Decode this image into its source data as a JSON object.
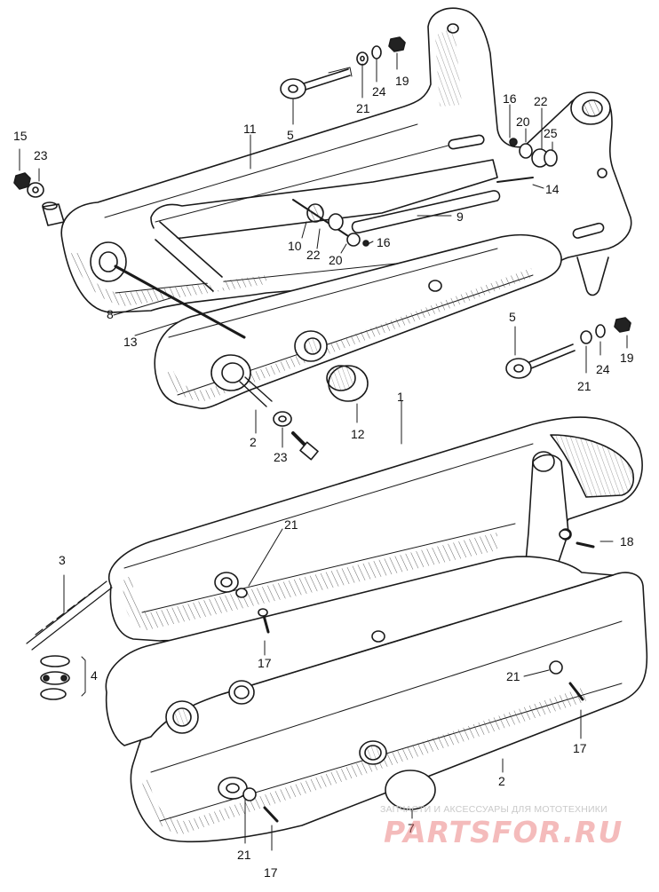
{
  "diagram": {
    "callouts": [
      {
        "id": "c19a",
        "label": "19"
      },
      {
        "id": "c24a",
        "label": "24"
      },
      {
        "id": "c21a",
        "label": "21"
      },
      {
        "id": "c5a",
        "label": "5"
      },
      {
        "id": "c11",
        "label": "11"
      },
      {
        "id": "c15",
        "label": "15"
      },
      {
        "id": "c23a",
        "label": "23"
      },
      {
        "id": "c16a",
        "label": "16"
      },
      {
        "id": "c22a",
        "label": "22"
      },
      {
        "id": "c20a",
        "label": "20"
      },
      {
        "id": "c25",
        "label": "25"
      },
      {
        "id": "c14",
        "label": "14"
      },
      {
        "id": "c9",
        "label": "9"
      },
      {
        "id": "c10",
        "label": "10"
      },
      {
        "id": "c22b",
        "label": "22"
      },
      {
        "id": "c20b",
        "label": "20"
      },
      {
        "id": "c16b",
        "label": "16"
      },
      {
        "id": "c8",
        "label": "8"
      },
      {
        "id": "c13",
        "label": "13"
      },
      {
        "id": "c5b",
        "label": "5"
      },
      {
        "id": "c21b",
        "label": "21"
      },
      {
        "id": "c24b",
        "label": "24"
      },
      {
        "id": "c19b",
        "label": "19"
      },
      {
        "id": "c2a",
        "label": "2"
      },
      {
        "id": "c23b",
        "label": "23"
      },
      {
        "id": "c12",
        "label": "12"
      },
      {
        "id": "c1",
        "label": "1"
      },
      {
        "id": "c21c",
        "label": "21"
      },
      {
        "id": "c18",
        "label": "18"
      },
      {
        "id": "c3",
        "label": "3"
      },
      {
        "id": "c17a",
        "label": "17"
      },
      {
        "id": "c4",
        "label": "4"
      },
      {
        "id": "c21d",
        "label": "21"
      },
      {
        "id": "c17b",
        "label": "17"
      },
      {
        "id": "c2b",
        "label": "2"
      },
      {
        "id": "c7",
        "label": "7"
      },
      {
        "id": "c21e",
        "label": "21"
      },
      {
        "id": "c17c",
        "label": "17"
      }
    ]
  },
  "watermark": {
    "caption": "ЗАПЧАСТИ И АКСЕССУАРЫ ДЛЯ МОТОТЕХНИКИ",
    "logo_text": "PARTSFOR.RU",
    "logo_color": "#e86a6a"
  },
  "colors": {
    "line": "#1a1a1a",
    "paper": "#ffffff",
    "shade": "#9a9a9a"
  }
}
